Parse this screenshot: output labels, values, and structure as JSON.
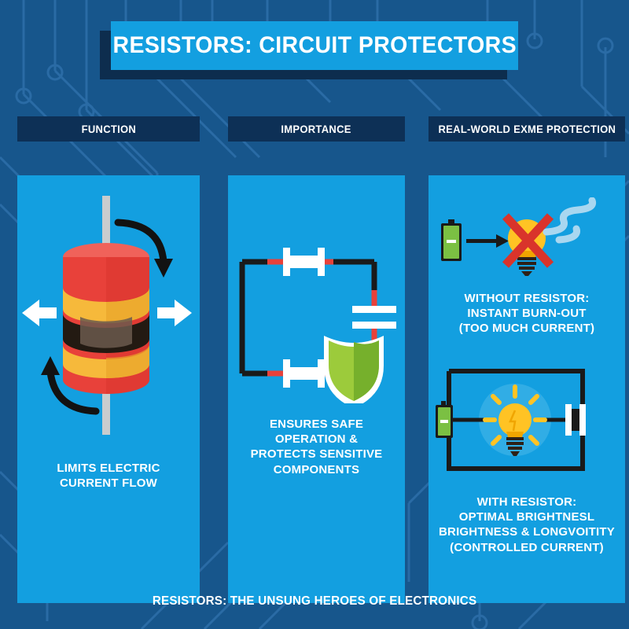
{
  "title": {
    "text": "RESISTORS: CIRCUIT PROTECTORS",
    "banner_color": "#139fe0",
    "shadow_color": "#0d2d4e"
  },
  "theme": {
    "background": "#17568c",
    "panel": "#139fe0",
    "header_bar": "#0d3056",
    "text": "#ffffff",
    "resistor_body": "#e8413a",
    "band_yellow": "#f6b93b",
    "band_black": "#2e2118",
    "shield_green": "#8cc63f",
    "battery_green": "#7bc043",
    "bulb_yellow": "#ffc324",
    "wire_black": "#1a1a1a",
    "wire_red": "#e8413a",
    "x_red": "#d9342b",
    "smoke_blue": "#a9d7f0"
  },
  "columns": [
    {
      "header": "FUNCTION",
      "caption_lines": [
        "LIMITS ELECTRIC",
        "CURRENT FLOW"
      ],
      "icon": "resistor-cylinder-icon"
    },
    {
      "header": "IMPORTANCE",
      "caption_lines": [
        "ENSURES SAFE",
        "OPERATION &",
        "PROTECTS SENSITIVE",
        "COMPONENTS"
      ],
      "icon": "circuit-shield-icon"
    },
    {
      "header": "REAL-WORLD EXME PROTECTION",
      "caption_top_lines": [
        "WITHOUT RESISTOR:",
        "INSTANT BURN-OUT",
        "(TOO MUCH CURRENT)"
      ],
      "caption_bottom_lines": [
        "WITH RESISTOR:",
        "OPTIMAL BRIGHTNESL",
        "BRIGHTNESS & LONGVOITITY",
        "(CONTROLLED CURRENT)"
      ],
      "icon_top": "burnt-bulb-icon",
      "icon_bottom": "working-circuit-icon"
    }
  ],
  "footer": {
    "text": "RESISTORS: THE UNSUNG HEROES OF ELECTRONICS"
  }
}
